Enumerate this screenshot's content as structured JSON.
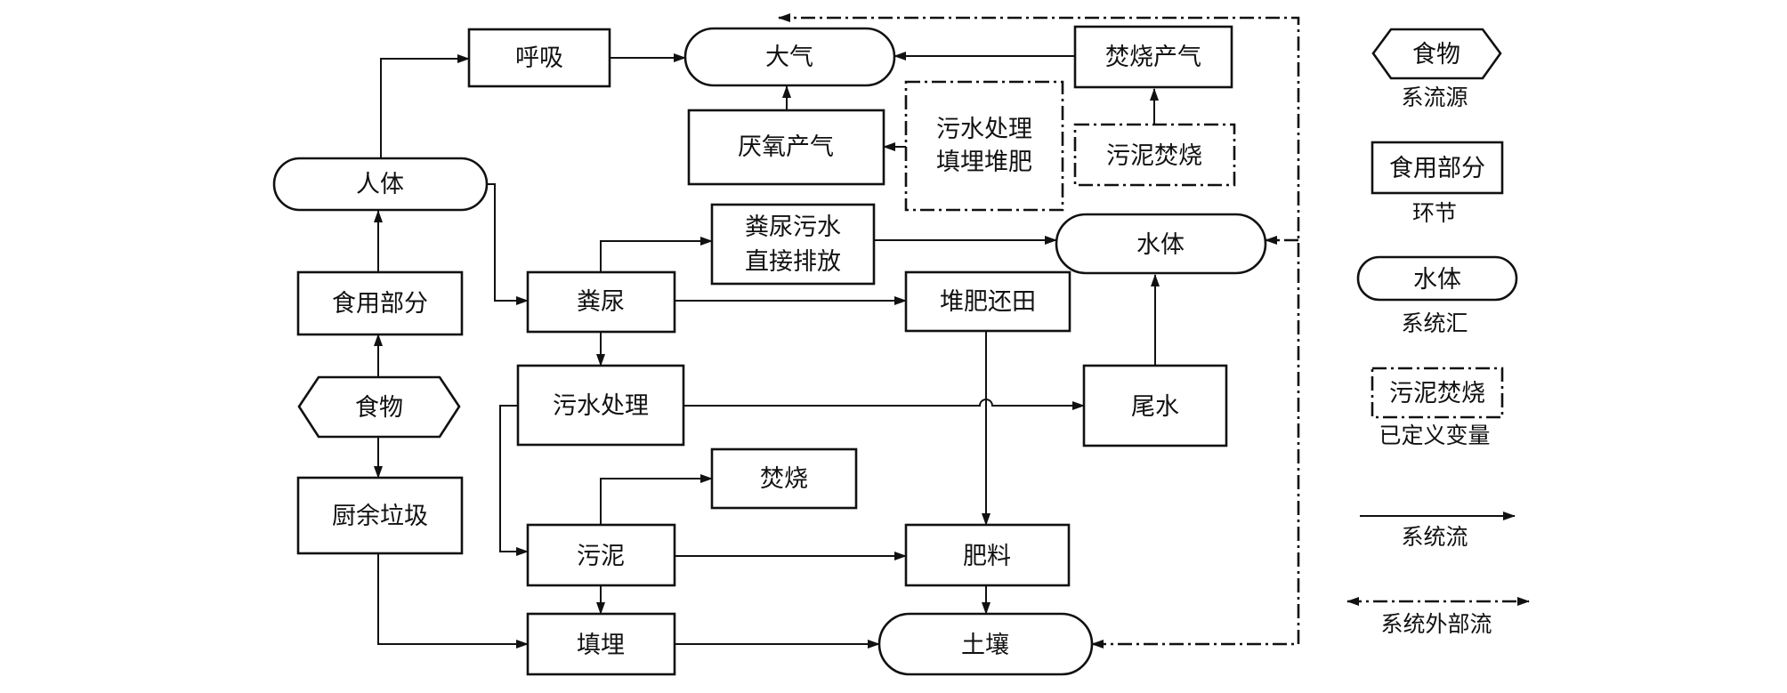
{
  "nodes": {
    "atmosphere": "大气",
    "respiration": "呼吸",
    "incineration_gas": "焚烧产气",
    "anaerobic_gas": "厌氧产气",
    "wastewater_landfill_compost": [
      "污水处理",
      "填埋堆肥"
    ],
    "sludge_incineration": "污泥焚烧",
    "human_body": "人体",
    "excreta_direct_discharge": [
      "粪尿污水",
      "直接排放"
    ],
    "water_body": "水体",
    "edible_part": "食用部分",
    "excreta": "粪尿",
    "compost_return": "堆肥还田",
    "food": "食物",
    "wastewater_treatment": "污水处理",
    "effluent": "尾水",
    "incineration": "焚烧",
    "kitchen_waste": "厨余垃圾",
    "sludge": "污泥",
    "fertilizer": "肥料",
    "landfill": "填埋",
    "soil": "土壤"
  },
  "legend": {
    "source_shape_label": "食物",
    "source_caption": "系流源",
    "link_shape_label": "食用部分",
    "link_caption": "环节",
    "sink_shape_label": "水体",
    "sink_caption": "系统汇",
    "variable_shape_label": "污泥焚烧",
    "variable_caption": "已定义变量",
    "system_flow_caption": "系统流",
    "external_flow_caption": "系统外部流"
  }
}
